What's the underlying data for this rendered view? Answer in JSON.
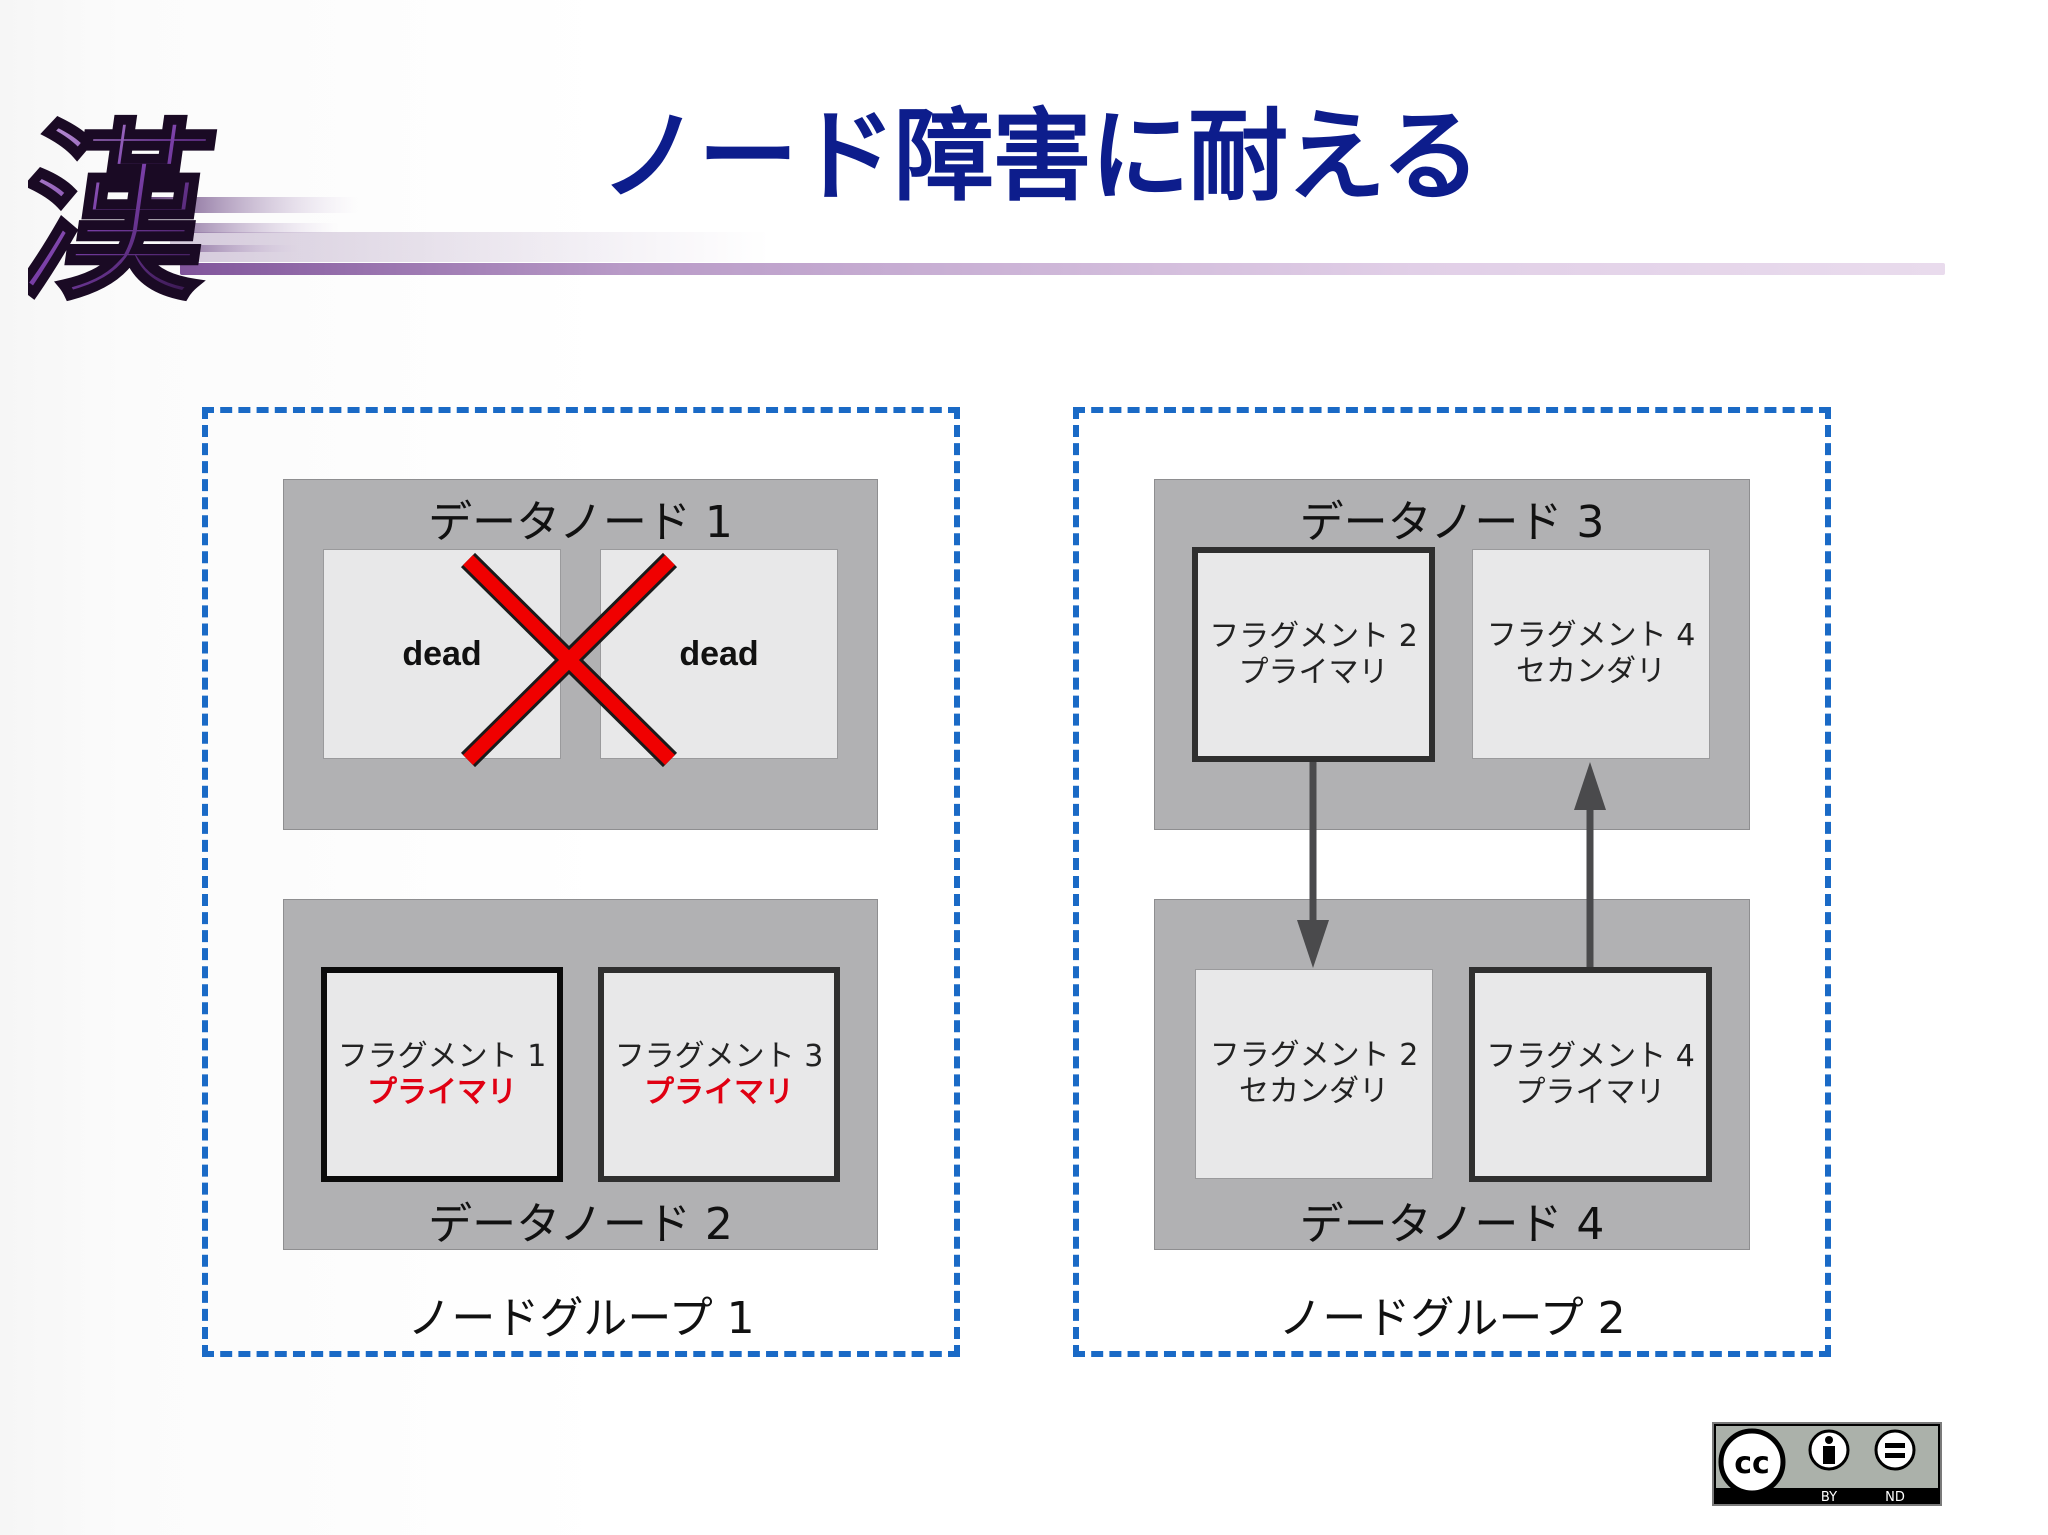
{
  "header": {
    "title": "ノード障害に耐える",
    "logo_glyph": "漢"
  },
  "groups": [
    {
      "label": "ノードグループ 1",
      "nodes": [
        {
          "label": "データノード 1",
          "fragments": [
            {
              "text": "dead",
              "state": "dead"
            },
            {
              "text": "dead",
              "state": "dead"
            }
          ]
        },
        {
          "label": "データノード 2",
          "fragments": [
            {
              "name": "フラグメント 1",
              "role": "プライマリ"
            },
            {
              "name": "フラグメント 3",
              "role": "プライマリ"
            }
          ]
        }
      ]
    },
    {
      "label": "ノードグループ 2",
      "nodes": [
        {
          "label": "データノード 3",
          "fragments": [
            {
              "name": "フラグメント 2",
              "role": "プライマリ"
            },
            {
              "name": "フラグメント 4",
              "role": "セカンダリ"
            }
          ]
        },
        {
          "label": "データノード 4",
          "fragments": [
            {
              "name": "フラグメント 2",
              "role": "セカンダリ"
            },
            {
              "name": "フラグメント 4",
              "role": "プライマリ"
            }
          ]
        }
      ]
    }
  ],
  "license_badge": {
    "cc": "cc",
    "by": "BY",
    "nd": "ND"
  },
  "colors": {
    "title": "#0d1d8c",
    "group_border": "#1a6ac6",
    "node_fill": "#b1b1b3",
    "fragment_fill": "#e8e8e9",
    "cross": "#f00000",
    "failover_role": "#e00012",
    "arrow": "#4a4a4c"
  }
}
